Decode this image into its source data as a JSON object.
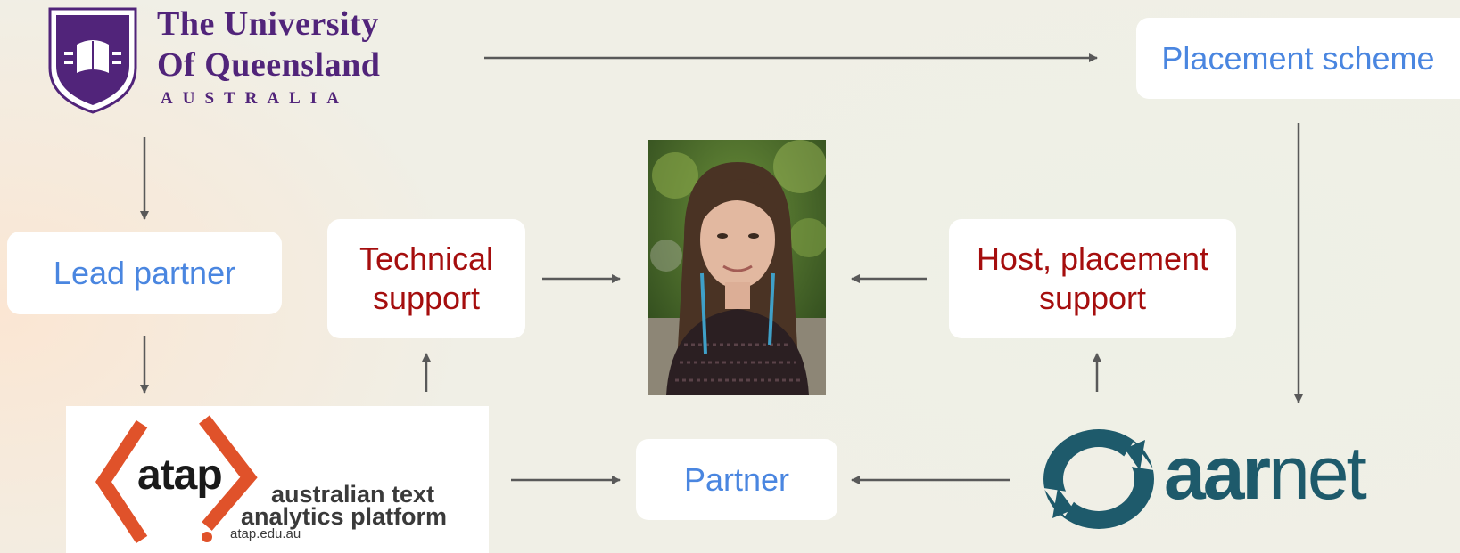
{
  "logos": {
    "uq": {
      "line1": "The University",
      "line2": "Of Queensland",
      "country": "AUSTRALIA",
      "color": "#51247a"
    },
    "atap": {
      "word": "atap",
      "line1": "australian text",
      "line2": "analytics platform",
      "url": "atap.edu.au",
      "accent": "#e0522a"
    },
    "aarnet": {
      "aar": "aar",
      "net": "net",
      "color": "#1e5a6b"
    }
  },
  "nodes": {
    "placement_scheme": "Placement scheme",
    "lead_partner": "Lead partner",
    "technical_support_1": "Technical",
    "technical_support_2": "support",
    "host_support_1": "Host, placement",
    "host_support_2": "support",
    "partner": "Partner"
  },
  "colors": {
    "blue_text": "#4a86e0",
    "red_text": "#a50e0e",
    "arrow": "#595959"
  }
}
